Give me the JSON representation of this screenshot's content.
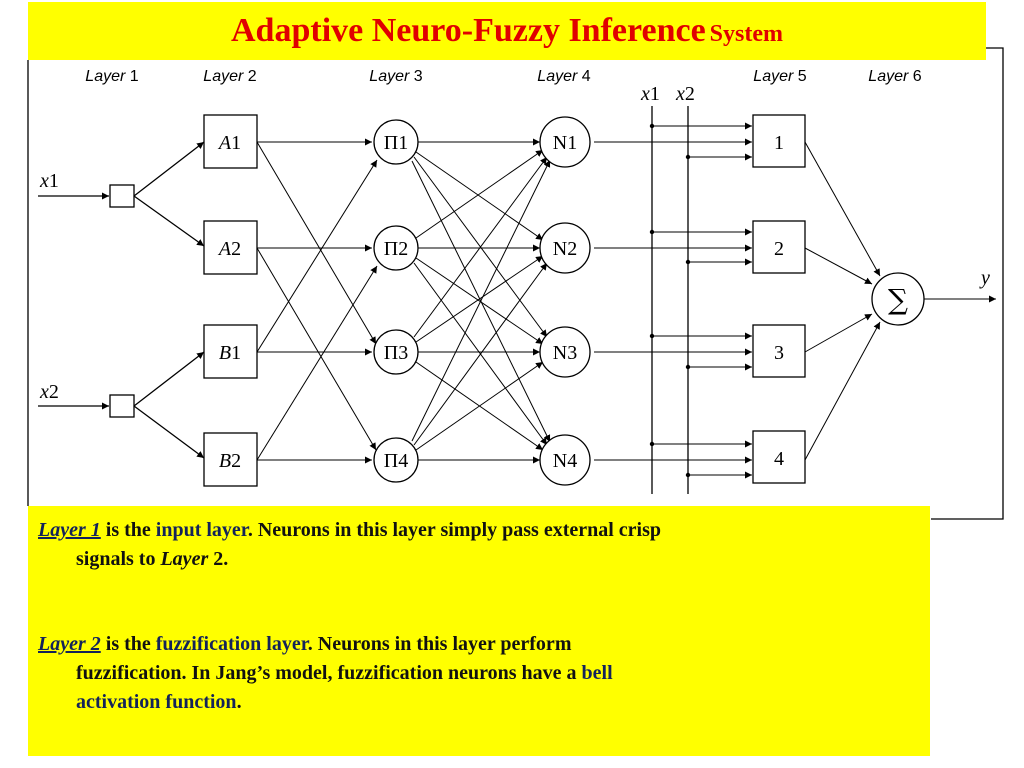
{
  "title": {
    "main": "Adaptive Neuro-Fuzzy Inference",
    "suffix": "System"
  },
  "layer_headers": [
    {
      "word": "Layer",
      "num": "1"
    },
    {
      "word": "Layer",
      "num": "2"
    },
    {
      "word": "Layer",
      "num": "3"
    },
    {
      "word": "Layer",
      "num": "4"
    },
    {
      "word": "Layer",
      "num": "5"
    },
    {
      "word": "Layer",
      "num": "6"
    }
  ],
  "inputs": [
    {
      "var": "x",
      "idx": "1"
    },
    {
      "var": "x",
      "idx": "2"
    }
  ],
  "bus_labels": [
    {
      "var": "x",
      "idx": "1"
    },
    {
      "var": "x",
      "idx": "2"
    }
  ],
  "output_label": "y",
  "fuzz_nodes": [
    {
      "var": "A",
      "idx": "1"
    },
    {
      "var": "A",
      "idx": "2"
    },
    {
      "var": "B",
      "idx": "1"
    },
    {
      "var": "B",
      "idx": "2"
    }
  ],
  "rule_nodes": [
    "Π1",
    "Π2",
    "Π3",
    "Π4"
  ],
  "norm_nodes": [
    "N1",
    "N2",
    "N3",
    "N4"
  ],
  "defuzz_nodes": [
    "1",
    "2",
    "3",
    "4"
  ],
  "sum_symbol": "∑",
  "paragraphs": [
    {
      "link": "Layer 1",
      "t1": " is the ",
      "hl": "input layer",
      "t2": ".  Neurons in this layer simply pass external crisp",
      "l2a": "signals to ",
      "l2it": "Layer",
      "l2b": " 2."
    },
    {
      "link": "Layer 2",
      "t1": " is the ",
      "hl": "fuzzification layer",
      "t2": ".  Neurons in this layer perform",
      "l2a": "fuzzification.  In Jang’s model, fuzzification neurons have a ",
      "l2hl": "bell",
      "l3hl": "activation function",
      "l3b": "."
    }
  ]
}
